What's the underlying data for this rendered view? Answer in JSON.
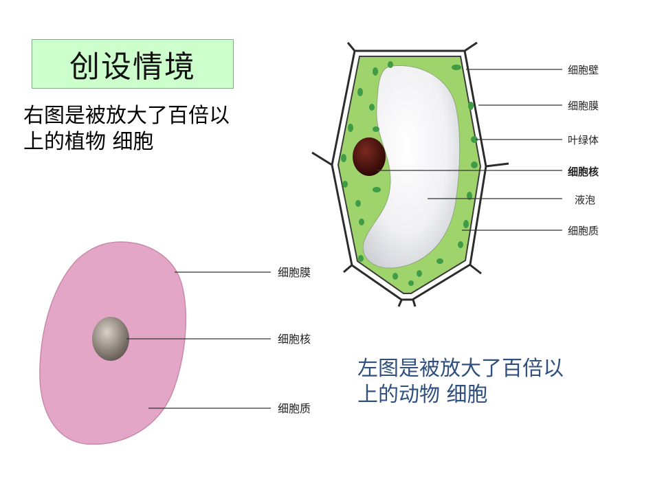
{
  "title": "创设情境",
  "plant_caption": "右图是被放大了百倍以\n上的植物  细胞",
  "animal_caption": "左图是被放大了百倍以\n上的动物  细胞",
  "plant_cell_labels": [
    "细胞壁",
    "细胞膜",
    "叶绿体",
    "细胞核",
    "液泡",
    "细胞质"
  ],
  "animal_cell_labels": [
    "细胞膜",
    "细胞核",
    "细胞质"
  ],
  "colors": {
    "title_bg": "#ccffcc",
    "animal_cell": "#e3a6c6",
    "plant_cytoplasm": "#9fd36b",
    "chloroplast": "#3f9b45",
    "vacuole": "#ececf0",
    "nucleus_plant": "#4a0f0a",
    "nucleus_animal": "#8a817a",
    "animal_caption": "#2f4f7f"
  }
}
